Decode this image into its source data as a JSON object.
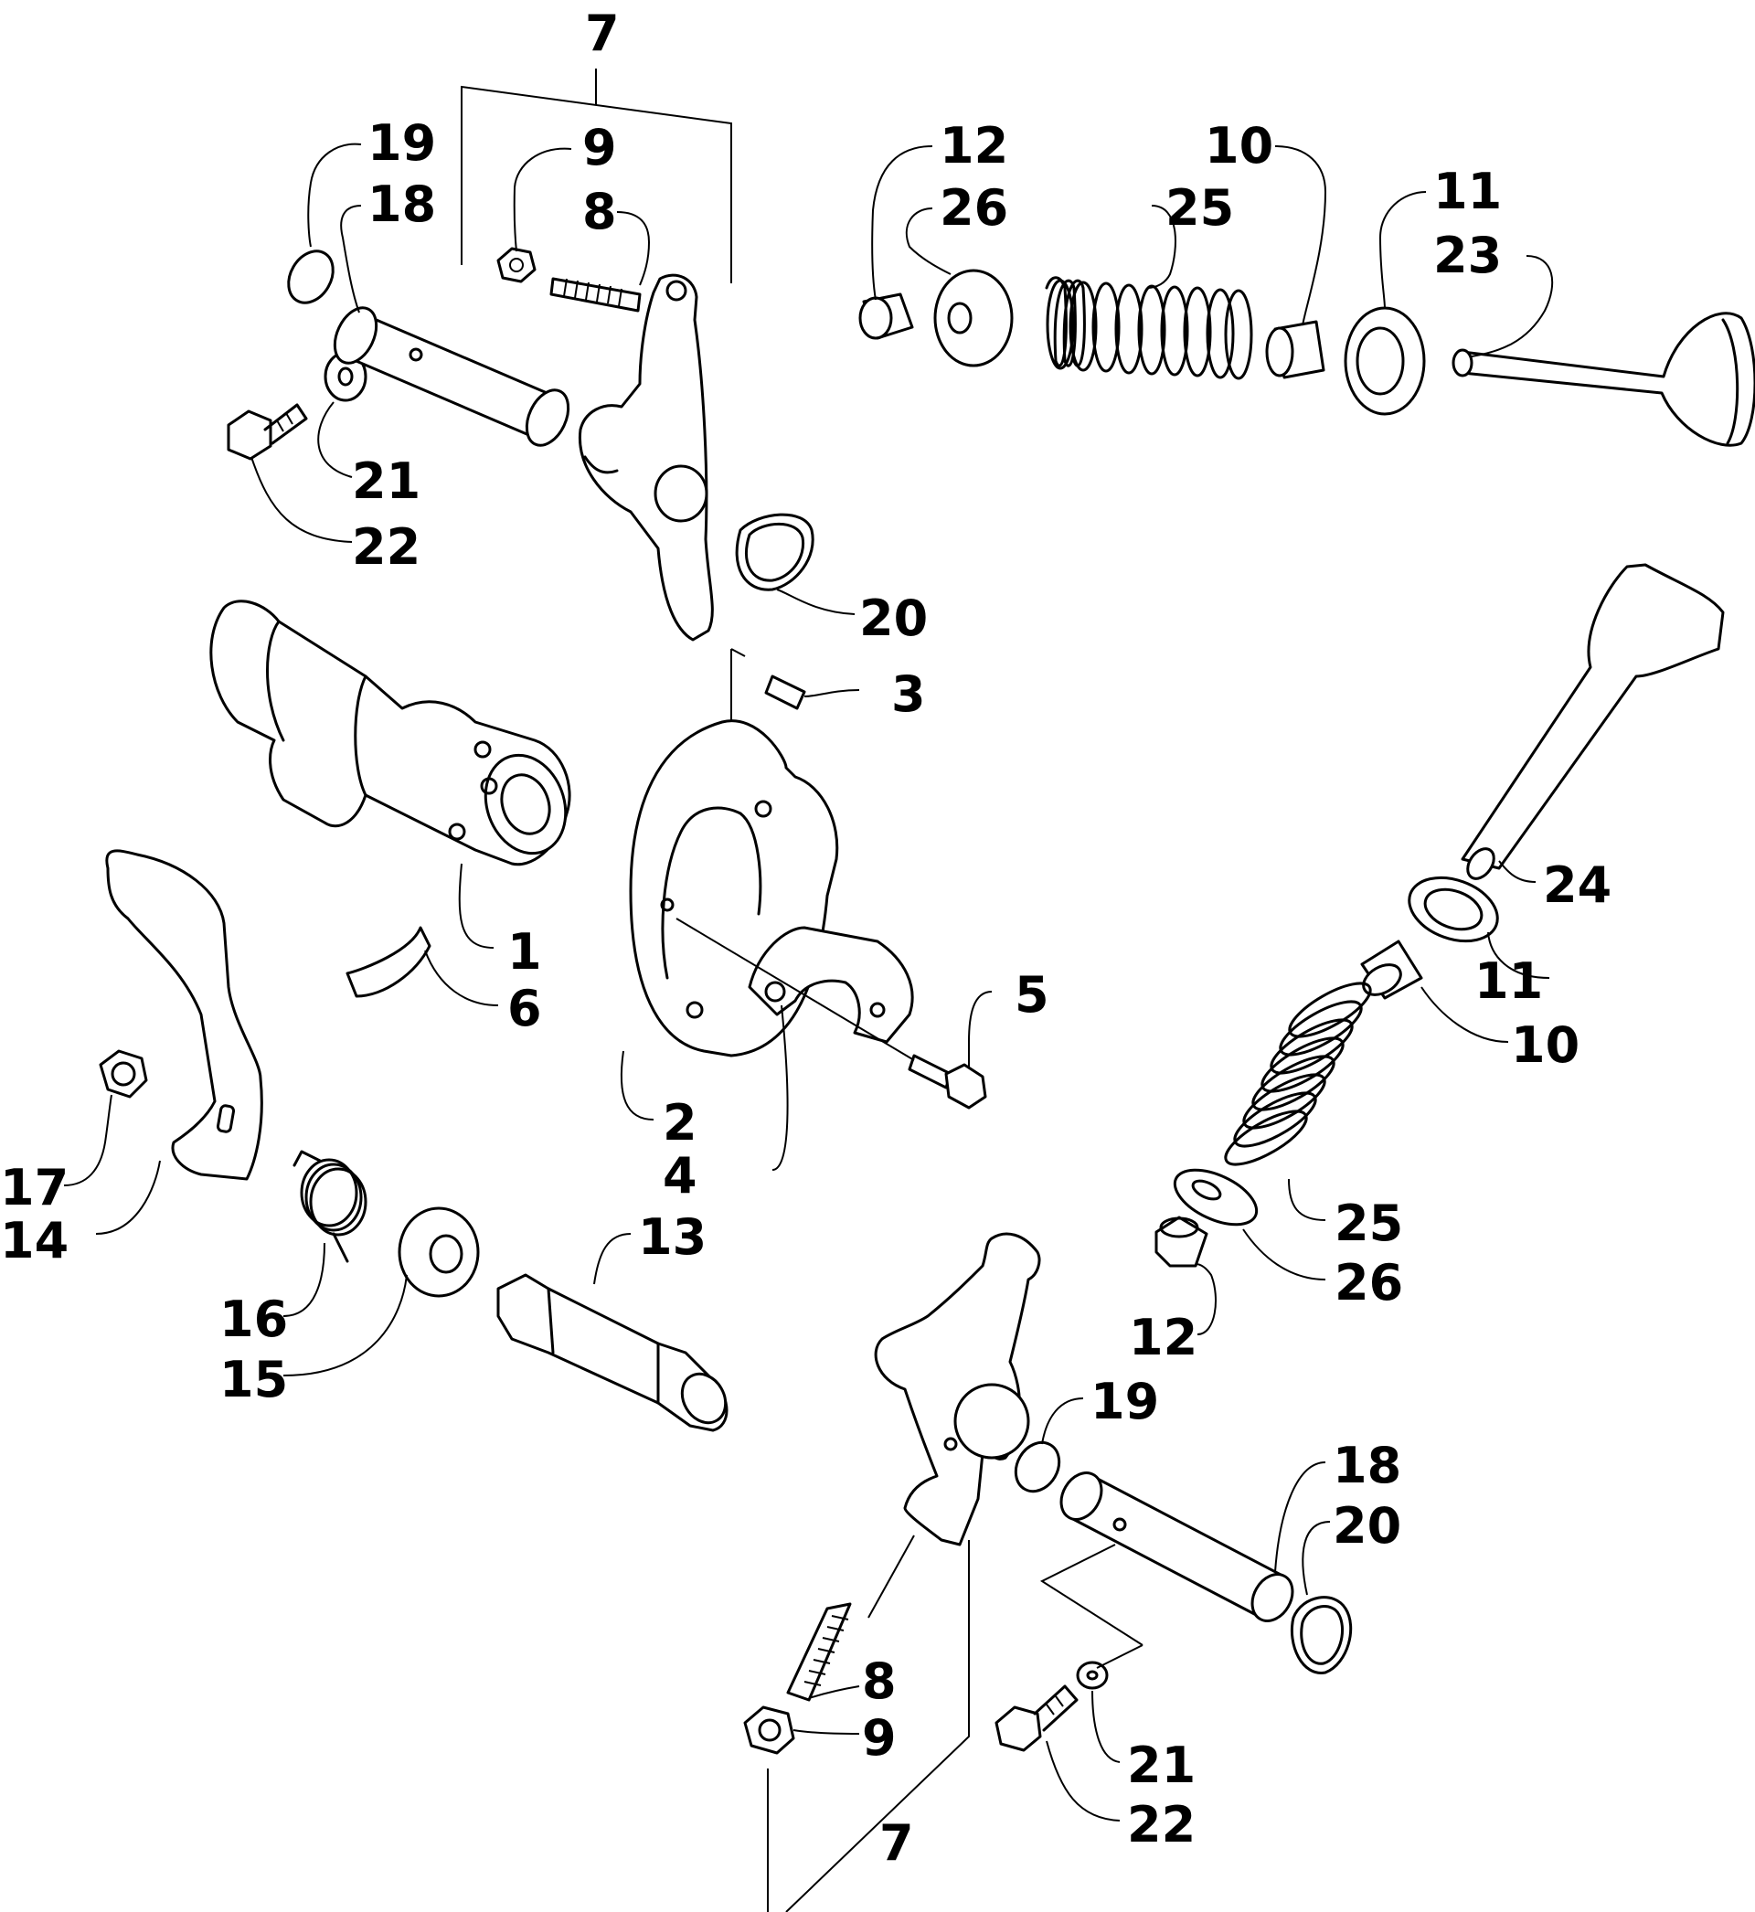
{
  "diagram": {
    "labels": [
      {
        "id": "l7a",
        "text": "7"
      },
      {
        "id": "l19a",
        "text": "19"
      },
      {
        "id": "l18a",
        "text": "18"
      },
      {
        "id": "l9a",
        "text": "9"
      },
      {
        "id": "l8a",
        "text": "8"
      },
      {
        "id": "l12a",
        "text": "12"
      },
      {
        "id": "l26a",
        "text": "26"
      },
      {
        "id": "l10a",
        "text": "10"
      },
      {
        "id": "l25a",
        "text": "25"
      },
      {
        "id": "l11a",
        "text": "11"
      },
      {
        "id": "l23a",
        "text": "23"
      },
      {
        "id": "l21a",
        "text": "21"
      },
      {
        "id": "l22a",
        "text": "22"
      },
      {
        "id": "l20a",
        "text": "20"
      },
      {
        "id": "l3",
        "text": "3"
      },
      {
        "id": "l24",
        "text": "24"
      },
      {
        "id": "l1",
        "text": "1"
      },
      {
        "id": "l6",
        "text": "6"
      },
      {
        "id": "l5",
        "text": "5"
      },
      {
        "id": "l11b",
        "text": "11"
      },
      {
        "id": "l10b",
        "text": "10"
      },
      {
        "id": "l2",
        "text": "2"
      },
      {
        "id": "l4",
        "text": "4"
      },
      {
        "id": "l17",
        "text": "17"
      },
      {
        "id": "l14",
        "text": "14"
      },
      {
        "id": "l13",
        "text": "13"
      },
      {
        "id": "l25b",
        "text": "25"
      },
      {
        "id": "l26b",
        "text": "26"
      },
      {
        "id": "l16",
        "text": "16"
      },
      {
        "id": "l15",
        "text": "15"
      },
      {
        "id": "l12b",
        "text": "12"
      },
      {
        "id": "l19b",
        "text": "19"
      },
      {
        "id": "l18b",
        "text": "18"
      },
      {
        "id": "l20b",
        "text": "20"
      },
      {
        "id": "l8b",
        "text": "8"
      },
      {
        "id": "l9b",
        "text": "9"
      },
      {
        "id": "l21b",
        "text": "21"
      },
      {
        "id": "l22b",
        "text": "22"
      },
      {
        "id": "l7b",
        "text": "7"
      }
    ]
  }
}
